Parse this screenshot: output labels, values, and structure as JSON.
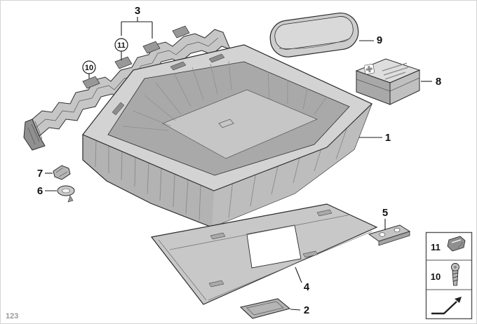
{
  "watermark": "123",
  "callouts": [
    {
      "label": "3"
    },
    {
      "label": "11"
    },
    {
      "label": "10"
    },
    {
      "label": "9"
    },
    {
      "label": "8"
    },
    {
      "label": "1"
    },
    {
      "label": "7"
    },
    {
      "label": "6"
    },
    {
      "label": "5"
    },
    {
      "label": "4"
    },
    {
      "label": "2"
    }
  ],
  "legend": {
    "rows": [
      {
        "number": "11",
        "icon": "clip-icon"
      },
      {
        "number": "10",
        "icon": "screw-icon"
      }
    ],
    "footer_icon": "cross-reference-arrow-icon"
  },
  "colors": {
    "line": "#2b2b2b",
    "part_light": "#d3d3d3",
    "part_mid": "#bfbfbf",
    "part_dark": "#a9a9a9",
    "background": "#ffffff"
  }
}
